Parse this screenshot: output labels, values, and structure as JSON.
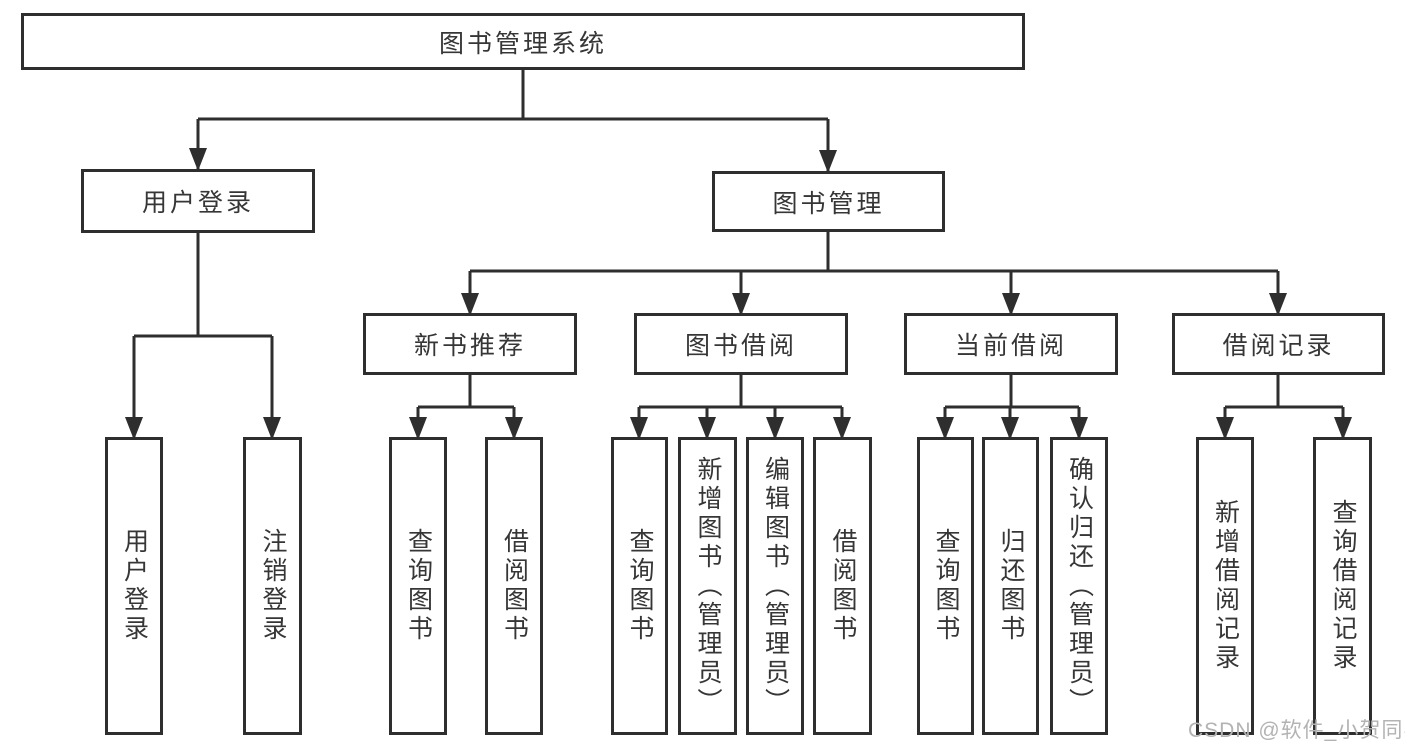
{
  "diagram": {
    "tree": {
      "label": "图书管理系统",
      "children": [
        {
          "label": "用户登录",
          "children": [
            {
              "label": "用户登录"
            },
            {
              "label": "注销登录"
            }
          ]
        },
        {
          "label": "图书管理",
          "children": [
            {
              "label": "新书推荐",
              "children": [
                {
                  "label": "查询图书"
                },
                {
                  "label": "借阅图书"
                }
              ]
            },
            {
              "label": "图书借阅",
              "children": [
                {
                  "label": "查询图书"
                },
                {
                  "label": "新增图书（管理员）"
                },
                {
                  "label": "编辑图书（管理员）"
                },
                {
                  "label": "借阅图书"
                }
              ]
            },
            {
              "label": "当前借阅",
              "children": [
                {
                  "label": "查询图书"
                },
                {
                  "label": "归还图书"
                },
                {
                  "label": "确认归还（管理员）"
                }
              ]
            },
            {
              "label": "借阅记录",
              "children": [
                {
                  "label": "新增借阅记录"
                },
                {
                  "label": "查询借阅记录"
                }
              ]
            }
          ]
        }
      ]
    },
    "watermark": "CSDN @软件_小贺同学",
    "colors": {
      "line": "#2e2e2e",
      "text": "#363636",
      "watermark": "#b3b3b3",
      "background": "#ffffff"
    }
  }
}
